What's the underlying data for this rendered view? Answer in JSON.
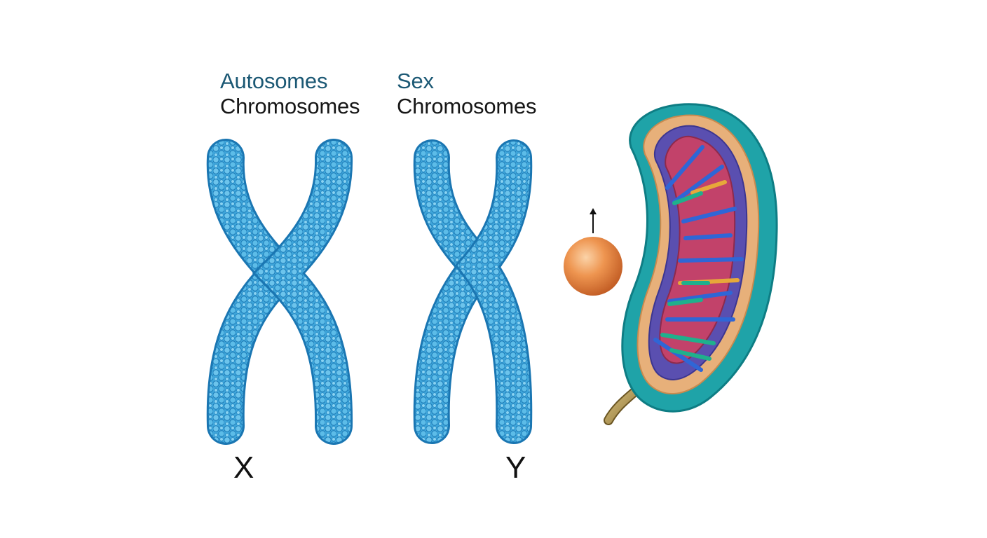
{
  "labels": {
    "autosomes": {
      "line1": "Autosomes",
      "line2": "Chromosomes"
    },
    "sex": {
      "line1": "Sex",
      "line2": "Chromosomes"
    },
    "x_letter": "X",
    "y_letter": "Y"
  },
  "colors": {
    "heading_accent": "#1b5874",
    "chromosome_blue": "#3fa9dc",
    "chromosome_dark": "#1f7bb8",
    "sphere_orange": "#e07a3a",
    "mito_outer": "#1fa3a8",
    "mito_inner": "#5a4fb0",
    "mito_matrix": "#e9b37e",
    "mito_cristae": "#c2426a"
  }
}
